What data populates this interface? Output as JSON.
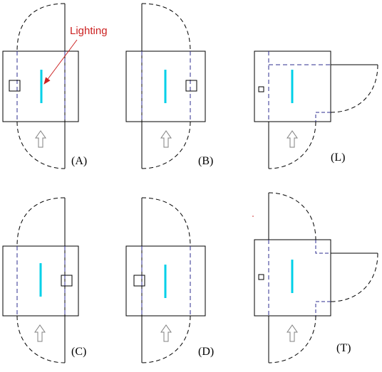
{
  "annotation": {
    "label": "Lighting",
    "color": "#cc2222"
  },
  "colors": {
    "outline": "#000000",
    "door_swing": "#000000",
    "hidden_line": "#2e2e8f",
    "light": "#00d0e8",
    "arrow": "#808080",
    "background": "#ffffff"
  },
  "panels": [
    {
      "id": "A",
      "label": "(A)"
    },
    {
      "id": "B",
      "label": "(B)"
    },
    {
      "id": "L",
      "label": "(L)"
    },
    {
      "id": "C",
      "label": "(C)"
    },
    {
      "id": "D",
      "label": "(D)"
    },
    {
      "id": "T",
      "label": "(T)"
    }
  ]
}
